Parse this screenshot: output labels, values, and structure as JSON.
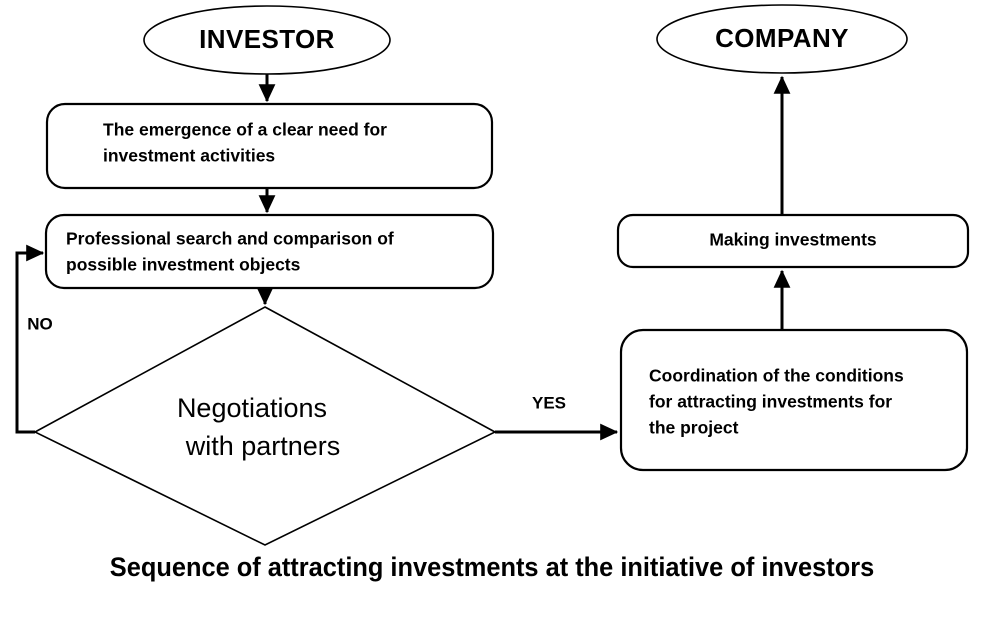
{
  "diagram": {
    "caption": "Sequence of attracting investments at the initiative of investors",
    "terminators": {
      "investor": "INVESTOR",
      "company": "COMPANY"
    },
    "processes": {
      "need": {
        "line1": "The emergence of a clear need for",
        "line2": "investment activities"
      },
      "search": {
        "line1": "Professional search and comparison of",
        "line2": "possible investment objects"
      },
      "coordination": {
        "line1": "Coordination of the conditions",
        "line2": "for attracting investments for",
        "line3": "the project"
      },
      "making": {
        "line1": "Making investments"
      }
    },
    "decision": {
      "line1": "Negotiations",
      "line2": "with   partners"
    },
    "edge_labels": {
      "no": "NO",
      "yes": "YES"
    },
    "colors": {
      "stroke": "#000000",
      "fill": "#ffffff",
      "text": "#000000"
    }
  }
}
